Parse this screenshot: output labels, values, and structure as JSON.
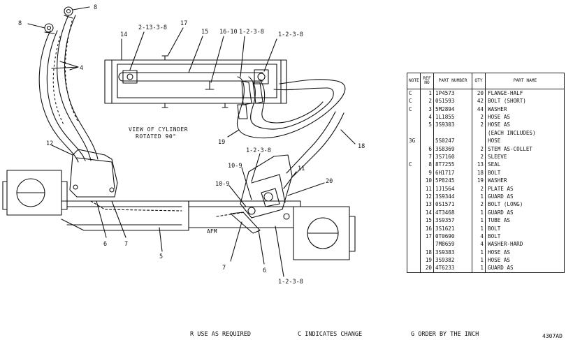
{
  "diagram": {
    "view_label_line1": "VIEW OF CYLINDER",
    "view_label_line2": "ROTATED 90°",
    "afm_label": "AFM",
    "callouts": {
      "c_8_top": "8",
      "c_8_left": "8",
      "c_4": "4",
      "c_14": "14",
      "c_2_13_3_8": "2-13-3-8",
      "c_17": "17",
      "c_15": "15",
      "c_16_10": "16-10",
      "c_1_2_3_8_a": "1-2-3-8",
      "c_1_2_3_8_b": "1-2-3-8",
      "c_19": "19",
      "c_18": "18",
      "c_12": "12",
      "c_1_2_3_8_c": "1-2-3-8",
      "c_10_9_a": "10-9",
      "c_11": "11",
      "c_20": "20",
      "c_10_9_b": "10-9",
      "c_6_left": "6",
      "c_7_left": "7",
      "c_5": "5",
      "c_7_bottom": "7",
      "c_6_bottom": "6",
      "c_1_2_3_8_d": "1-2-3-8"
    }
  },
  "parts_table": {
    "headers": {
      "note": "NOTE",
      "ref": "REF NO",
      "part_number": "PART NUMBER",
      "qty": "QTY",
      "part_name": "PART NAME"
    },
    "rows": [
      {
        "note": "C",
        "ref": "1",
        "pn": "1P4573",
        "qty": "20",
        "name": "FLANGE-HALF"
      },
      {
        "note": "C",
        "ref": "2",
        "pn": "0S1593",
        "qty": "42",
        "name": "BOLT (SHORT)"
      },
      {
        "note": "C",
        "ref": "3",
        "pn": "5M2894",
        "qty": "44",
        "name": "WASHER"
      },
      {
        "note": "",
        "ref": "4",
        "pn": "1L1855",
        "qty": "2",
        "name": "HOSE AS"
      },
      {
        "note": "",
        "ref": "5",
        "pn": "3S9303",
        "qty": "2",
        "name": "HOSE AS"
      },
      {
        "note": "",
        "ref": "",
        "pn": "",
        "qty": "",
        "name": "(EACH INCLUDES)"
      },
      {
        "note": "3G",
        "ref": "",
        "pn": "5S0247",
        "qty": "",
        "name": "HOSE"
      },
      {
        "note": "",
        "ref": "6",
        "pn": "3S8369",
        "qty": "2",
        "name": "STEM AS-COLLET"
      },
      {
        "note": "",
        "ref": "7",
        "pn": "3S7160",
        "qty": "2",
        "name": "SLEEVE"
      },
      {
        "note": "C",
        "ref": "8",
        "pn": "8T7255",
        "qty": "13",
        "name": "SEAL"
      },
      {
        "note": "",
        "ref": "9",
        "pn": "6H1717",
        "qty": "18",
        "name": "BOLT"
      },
      {
        "note": "",
        "ref": "10",
        "pn": "5P8245",
        "qty": "19",
        "name": "WASHER"
      },
      {
        "note": "",
        "ref": "11",
        "pn": "1J1564",
        "qty": "2",
        "name": "PLATE AS"
      },
      {
        "note": "",
        "ref": "12",
        "pn": "3S9344",
        "qty": "1",
        "name": "GUARD AS"
      },
      {
        "note": "",
        "ref": "13",
        "pn": "0S1571",
        "qty": "2",
        "name": "BOLT (LONG)"
      },
      {
        "note": "",
        "ref": "14",
        "pn": "4T3468",
        "qty": "1",
        "name": "GUARD AS"
      },
      {
        "note": "",
        "ref": "15",
        "pn": "3S9357",
        "qty": "1",
        "name": "TUBE AS"
      },
      {
        "note": "",
        "ref": "16",
        "pn": "3S1621",
        "qty": "1",
        "name": "BOLT"
      },
      {
        "note": "",
        "ref": "17",
        "pn": "0T0690",
        "qty": "4",
        "name": "BOLT"
      },
      {
        "note": "",
        "ref": "",
        "pn": "7M8659",
        "qty": "4",
        "name": "WASHER-HARD"
      },
      {
        "note": "",
        "ref": "18",
        "pn": "3S9383",
        "qty": "1",
        "name": "HOSE AS"
      },
      {
        "note": "",
        "ref": "19",
        "pn": "3S9382",
        "qty": "1",
        "name": "HOSE AS"
      },
      {
        "note": "",
        "ref": "20",
        "pn": "4T6233",
        "qty": "1",
        "name": "GUARD AS"
      }
    ]
  },
  "footer": {
    "note_r": "R   USE AS REQUIRED",
    "note_c": "C   INDICATES CHANGE",
    "note_g": "G   ORDER BY THE INCH",
    "drawing_number": "4307AD"
  }
}
